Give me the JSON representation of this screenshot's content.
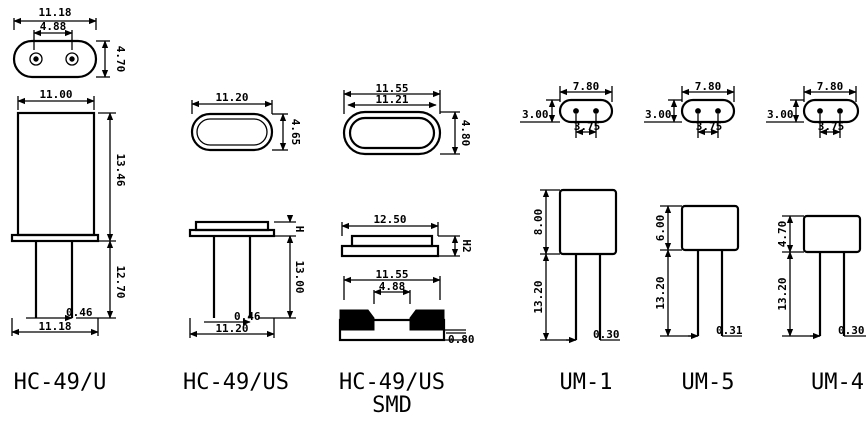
{
  "colors": {
    "ink": "#000000",
    "paper": "#ffffff"
  },
  "hc49u": {
    "name": "HC-49/U",
    "top_width": "11.18",
    "pin_spacing": "4.88",
    "top_height": "4.70",
    "body_width": "11.00",
    "body_height": "13.46",
    "lead_length": "12.70",
    "lead_dia": "0.46",
    "base_width": "11.18"
  },
  "hc49us": {
    "name": "HC-49/US",
    "top_width": "11.20",
    "top_height": "4.65",
    "body_height": "H",
    "lead_length": "13.00",
    "lead_dia": "0.46",
    "base_width": "11.20"
  },
  "hc49smd": {
    "name_line1": "HC-49/US",
    "name_line2": "SMD",
    "outer_width": "11.55",
    "inner_width": "11.21",
    "top_height": "4.80",
    "body_width": "12.50",
    "body_height": "H2",
    "foot_outer": "11.55",
    "foot_inner": "4.88",
    "foot_height": "0.80"
  },
  "um1": {
    "name": "UM-1",
    "top_width": "7.80",
    "pin_spacing": "3.75",
    "top_height": "3.00",
    "body_height": "8.00",
    "lead_length": "13.20",
    "lead_dia": "0.30"
  },
  "um5": {
    "name": "UM-5",
    "top_width": "7.80",
    "pin_spacing": "3.75",
    "top_height": "3.00",
    "body_height": "6.00",
    "lead_length": "13.20",
    "lead_dia": "0.31"
  },
  "um4": {
    "name": "UM-4",
    "top_width": "7.80",
    "pin_spacing": "3.75",
    "top_height": "3.00",
    "body_height": "4.70",
    "lead_length": "13.20",
    "lead_dia": "0.30"
  }
}
